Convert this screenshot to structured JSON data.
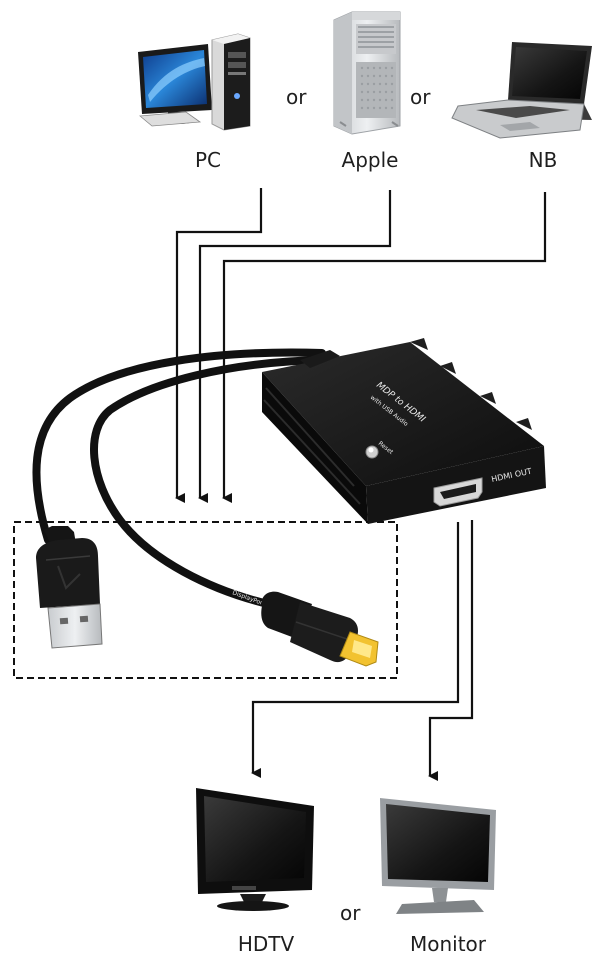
{
  "sources": {
    "pc_label": "PC",
    "apple_label": "Apple",
    "nb_label": "NB",
    "or_1": "or",
    "or_2": "or"
  },
  "device": {
    "title": "MDP to HDMI",
    "subtitle": "with USB Audio",
    "reset_label": "Reset",
    "port_label": "HDMI OUT"
  },
  "displays": {
    "hdtv_label": "HDTV",
    "monitor_label": "Monitor",
    "or": "or"
  },
  "cable": {
    "dp_text": "DisplayPort"
  }
}
